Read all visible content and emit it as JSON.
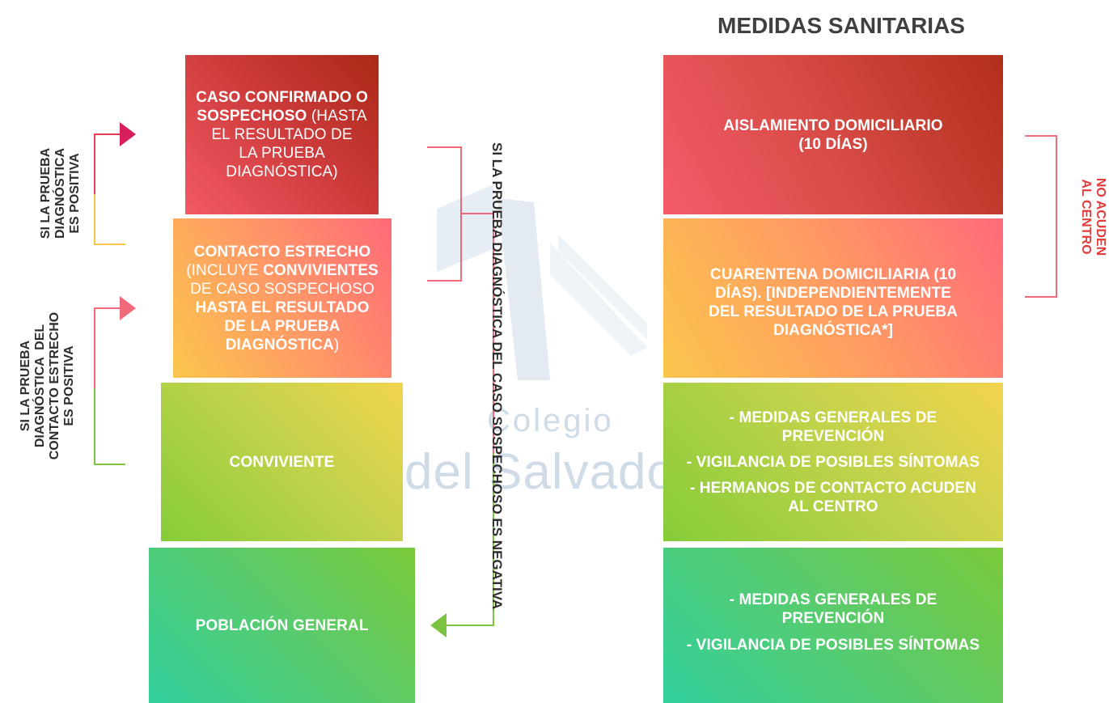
{
  "title": "MEDIDAS SANITARIAS",
  "watermark": {
    "line1": "Colegio",
    "line2": "del Salvador"
  },
  "levels": {
    "caso": {
      "bold1": "CASO CONFIRMADO O",
      "bold2": "SOSPECHOSO",
      "rest1": " (HASTA",
      "line3": "EL RESULTADO DE",
      "line4": "LA PRUEBA",
      "line5": "DIAGNÓSTICA)"
    },
    "contacto": {
      "line1": "CONTACTO ESTRECHO",
      "l2a": "(INCLUYE ",
      "l2b": "CONVIVIENTES",
      "line3": "DE CASO SOSPECHOSO",
      "line4": "HASTA EL RESULTADO",
      "line5": "DE LA PRUEBA",
      "l6a": "DIAGNÓSTICA",
      "l6b": ")"
    },
    "conviviente": "CONVIVIENTE",
    "poblacion": "POBLACIÓN GENERAL"
  },
  "measures": {
    "aislamiento": [
      "AISLAMIENTO DOMICILIARIO",
      "(10 DÍAS)"
    ],
    "cuarentena": [
      "CUARENTENA DOMICILIARIA (10",
      "DÍAS). [INDEPENDIENTEMENTE",
      "DEL RESULTADO DE LA PRUEBA",
      "DIAGNÓSTICA*]"
    ],
    "conviviente": {
      "item1": [
        "- MEDIDAS GENERALES DE",
        "PREVENCIÓN"
      ],
      "item2": [
        "- VIGILANCIA DE POSIBLES SÍNTOMAS"
      ],
      "item3": [
        "- HERMANOS DE CONTACTO ACUDEN",
        "AL CENTRO"
      ]
    },
    "poblacion": {
      "item1": [
        "- MEDIDAS GENERALES DE",
        "PREVENCIÓN"
      ],
      "item2": [
        "- VIGILANCIA DE POSIBLES SÍNTOMAS"
      ]
    }
  },
  "side_labels": {
    "positiva": "SI LA PRUEBA\nDIAGNÓSTICA\nES POSITIVA",
    "contacto_positiva": "SI LA PRUEBA\nDIAGNÓSTICA  DEL\nCONTACTO ESTRECHO\nES POSITIVA",
    "negativa": "SI LA PRUEBA DIAGNÓSTICA DEL CASO SOSPECHOSO ES NEGATIVA",
    "no_acuden": "NO ACUDEN\nAL CENTRO"
  },
  "colors": {
    "red": "#e83b55",
    "pink": "#f16a7c",
    "yellow": "#f7c64a",
    "green": "#7cc342",
    "no_acuden": "#e03c3c"
  }
}
